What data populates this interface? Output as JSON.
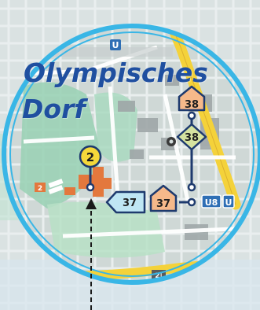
{
  "map": {
    "title_line1": "Olympisches",
    "title_line2": "Dorf",
    "colors": {
      "lens_ring": "#39b6e6",
      "route_badge": "#f6b98a",
      "route_outline": "#1e3a6e",
      "road_yellow": "#f4d23a",
      "station_blue": "#2f6fb5"
    },
    "markers": [
      {
        "id": "stop-2",
        "label": "2",
        "shape": "circle",
        "color": "#f5d83a"
      },
      {
        "id": "route-38-house",
        "label": "38",
        "shape": "house",
        "color": "#f6b98a"
      },
      {
        "id": "route-38-diamond",
        "label": "38",
        "shape": "diamond",
        "color": "#d6e3a0"
      },
      {
        "id": "route-37-arrow",
        "label": "37",
        "shape": "arrow-left",
        "color": "#bfe6f4"
      },
      {
        "id": "route-37-house",
        "label": "37",
        "shape": "house",
        "color": "#f6b98a"
      }
    ],
    "station_labels": [
      "U8",
      "U"
    ],
    "small_labels": [
      "U",
      "2",
      "2|"
    ],
    "icons": [
      "subway-u-icon",
      "fire-station-icon",
      "parking-icon"
    ]
  }
}
